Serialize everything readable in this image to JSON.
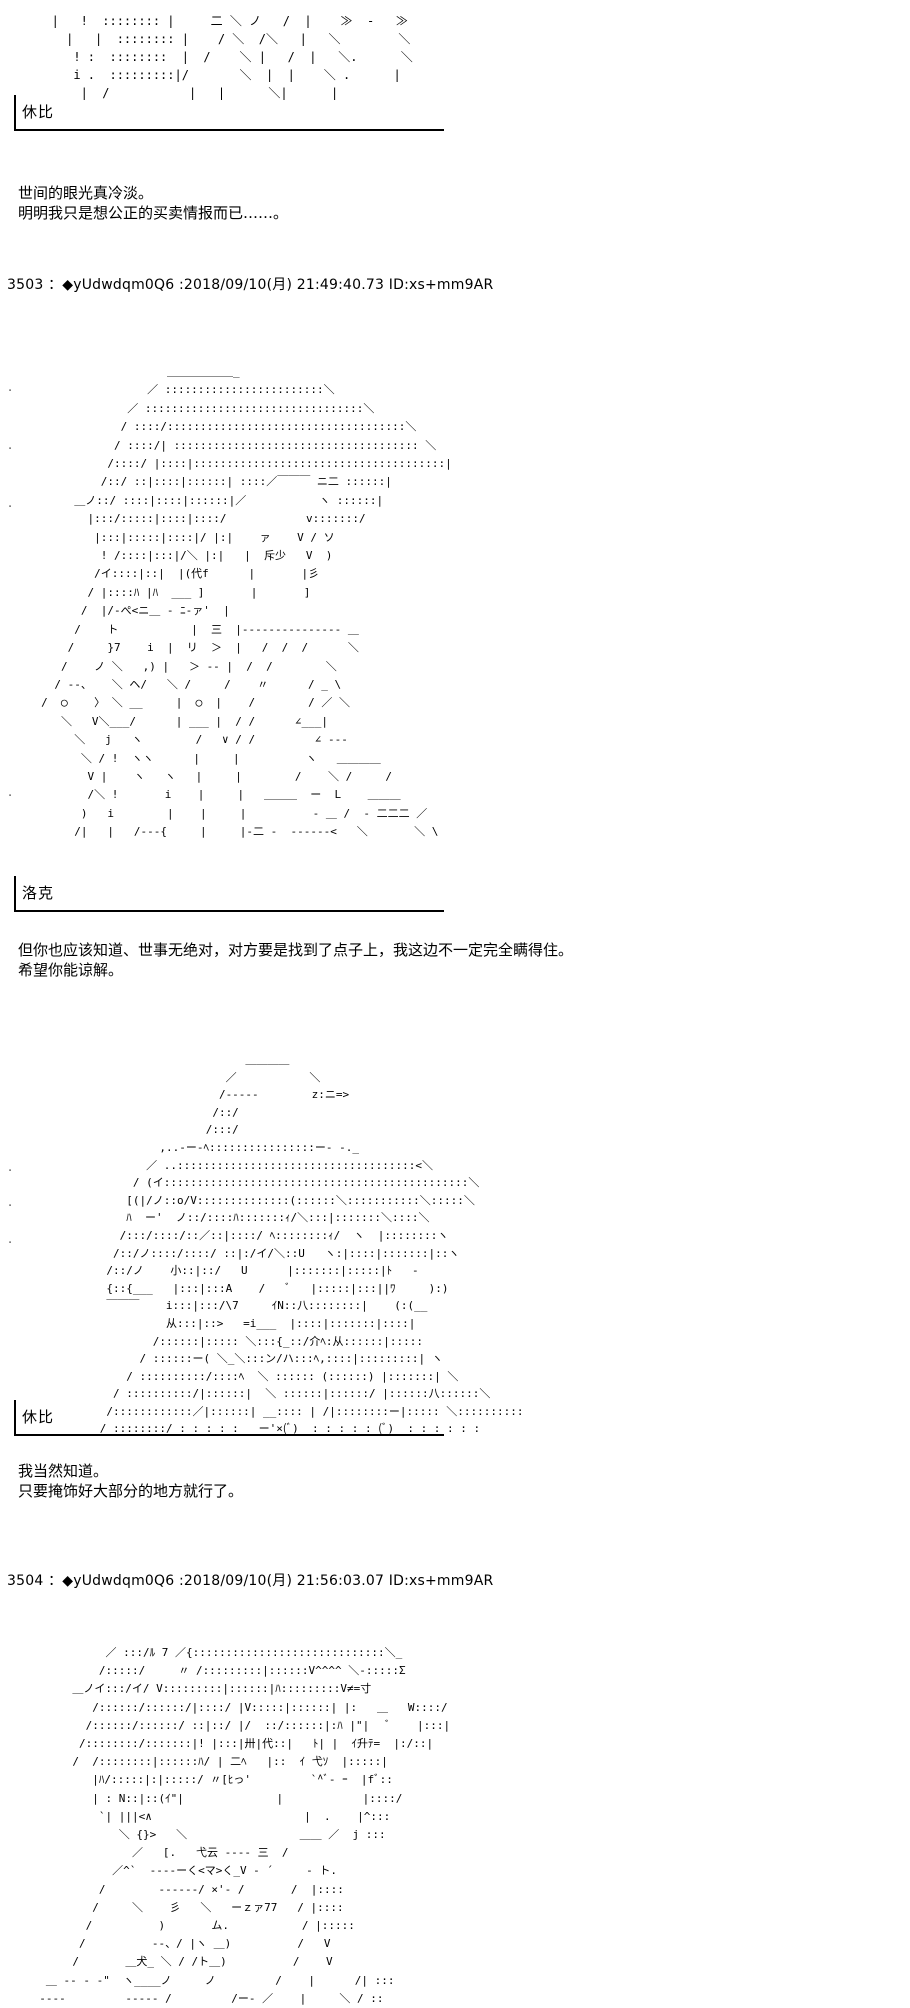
{
  "blocks": [
    {
      "speaker": "休比",
      "lines": [
        "世间的眼光真冷淡。",
        "明明我只是想公正的买卖情报而已……。"
      ]
    },
    {
      "post_header": "3503 ：◆yUdwdqm0Q6 :2018/09/10(月) 21:49:40.73 ID:xs+mm9AR"
    },
    {
      "speaker": "洛克",
      "lines": [
        "但你也应该知道、世事无绝对，对方要是找到了点子上，我这边不一定完全瞒得住。",
        "希望你能谅解。"
      ]
    },
    {
      "speaker": "休比",
      "lines": [
        "我当然知道。",
        "只要掩饰好大部分的地方就行了。"
      ]
    },
    {
      "post_header": "3504 ：◆yUdwdqm0Q6 :2018/09/10(月) 21:56:03.07 ID:xs+mm9AR"
    }
  ],
  "art": {
    "top_fragment": "   |   !  :::::::: |     二 ＼ ノ   /  |    ≫  -   ≫\n     |   |  :::::::: |    / ＼  /＼   |   ＼        ＼  \n      ! :  ::::::::  |  /    ＼ |   /  |   ＼.      ＼ \n      i .  :::::::::|/       ＼  |  |    ＼ .      |\n       |  /           |   |      ＼|      |",
    "figure_1": "                        ＿＿＿＿＿＿_\n                     ／ ::::::::::::::::::::::::＼\n                  ／ :::::::::::::::::::::::::::::::::＼\n                 / ::::/::::::::::::::::::::::::::::::::::::＼\n                / ::::/| ::::::::::::::::::::::::::::::::::::: ＼\n               /::::/ |::::|::::::::::::::::::::::::::::::::::::::|\n              /::/ ::|::::|::::::| ::::／￣￣￣ ニ二 ::::::|\n          ＿ノ::/ ::::|::::|::::::|／           ヽ ::::::|\n            |:::/:::::|::::|::::/            v:::::::/\n             |:::|:::::|::::|/ |:|    ァ    V / ソ\n              ! /::::|:::|/＼ |:|   |  斥少   V  )\n             /イ::::|::|  |(代f      |       |彡\n            / |::::ﾊ |ﾊ  ___ ]       |       ]\n           /  |/‐ぺ<ニ＿ ‐ ﾆ‐ァ'  |\n          /    ト           |  三  |‐‐‐‐‐‐‐‐‐‐‐‐‐‐‐ ＿\n         /     }7    i  |  リ  ＞  |   /  /  /      ＼\n        /    ノ ＼   ,) |   ＞ ‐‐ |  /  /        ＼\n       / ‐‐、   ＼ ヘ/   ＼ /     /    〃      / _ \\\n     /  ◯    〉 ＼ __     |  ◯  |    /        / ／ ＼ \n        ＼   V＼___/      | ___ |  / /      ∠___|  \n          ＼   j   ヽ        /   ∨ / /         ∠ ‐‐‐ \n           ＼ / !  ヽヽ      |     |          ヽ   ＿＿＿＿ \n            V |    ヽ   ヽ   |     |        /    ＼ /     /\n            /＼ !       i    |     |   ＿＿＿  ー  L    ＿＿＿ \n           )   i        |    |     |          ‐ ＿ /  ‐ 二二二 ／   \n          /|   |   /‐‐‐{     |     |-二 ‐  ‐‐‐‐‐‐<   ＼       ＼ \\",
    "figure_2": "                            ＿＿＿＿\n                         ／           ＼\n                        /‐‐‐‐‐        z:ニ=>\n                       /::/\n                      /:::/\n               ,..-ー‐ﾍ::::::::::::::::ー‐ -._\n             ／ ..::::::::::::::::::::::::::::::::::::<＼\n           / (イ::::::::::::::::::::::::::::::::::::::::::::::＼\n          [(|/ノ::o/V::::::::::::::(::::::＼:::::::::::＼:::::＼\n          ﾊ  ー'  ノ::/::::ﾊ:::::::ｨ/＼:::|:::::::＼::::＼\n         /:::/::::/::／::|::::/ ﾍ::::::::ｨ/  ヽ  |::::::::ヽ\n        /::/ノ::::/::::/ ::|:/イ/＼::U   ヽ:|::::|:::::::|::ヽ\n       /::/ノ    小::|::/   U      |:::::::|:::::|ﾄ   ‐\n       {::{___   |:::|:::A    /   ﾞ   |:::::|:::||ﾜ     ):)\n       ￣￣￣    i:::|:::/\\7     ｲN::八::::::::|    (:(__\n                从:::|::>   =i___  |::::|:::::::|::::|\n              /::::::|::::: ＼:::{_::/介ﾍ:从::::::|:::::\n            / ::::::ー( ＼_＼:::ン/ハ:::ﾍ,::::|:::::::::| ヽ\n          / ::::::::::/::::ﾍ  ＼ :::::: (::::::) |:::::::| ＼\n        / ::::::::::/|::::::|  ＼ ::::::|::::::/ |::::::八::::::＼\n       /::::::::::::／|::::::| __:::: | /|::::::::ー|::::: ＼::::::::::\n      / ::::::::/ : : : : :   ー'×(ﾞ)  : : : : : (ﾞ)  : : : : : :",
    "figure_3": "            ／ :::/ﾙ 7 ／{:::::::::::::::::::::::::::::＼_\n           /:::::/     〃 /:::::::::|::::::V^^^^ ＼-:::::Σ\n       ＿ノイ:::/イ/ V:::::::::|::::::|ﾊ:::::::::V≠=寸\n          /::::::/::::::/|::::/ |V:::::|::::::| |:   ＿   W::::/\n         /::::::/::::::/ ::|::/ |/  ::/::::::|:ﾊ |\"|   ﾞ    |:::|\n        /::::::::/:::::::|! |:::|卅|代::|   ﾄ| |  ｲ升ﾃ=  |:/::|\n       /  /::::::::|::::::ﾊ/ | 二ﾍ   |::  ｲ 弋ｿ  |:::::|\n          |ﾊ/:::::|:|:::::/ 〃[ﾋっ'         `^ﾞ‐ ｰ  |fﾞ::\n          | : N::|::(ｲ\"|              |            |::::/\n           `| |||<∧                       |  .    |^:::\n              ＼ {}>   ＼                 ＿＿ ／  j :::\n                ／   [.   弋云 ‐‐‐‐ 三  /\n             ／^`  ‐‐‐‐ーく<マ>く_V ‐ ´     ‐ ト.\n           /        ‐‐‐‐‐‐/ ×'‐ /       /  |::::\n          /     ＼    彡   ＼   ーｚァ77   / |::::\n         /          )       ム.           / |:::::\n        /          ‐‐、/ |ヽ ＿)          /   V\n       /       ＿犬_ ＼ / /ト＿)          /    V\n   ＿ ‐‐ ‐ ‐\"  ヽ____ノ     ノ         /    |      /| :::\n  ‐‐‐‐         ‐‐‐‐‐ /         /ー‐ ／    |     ＼ / ::"
  },
  "stray_marks": {
    "dot": "."
  }
}
